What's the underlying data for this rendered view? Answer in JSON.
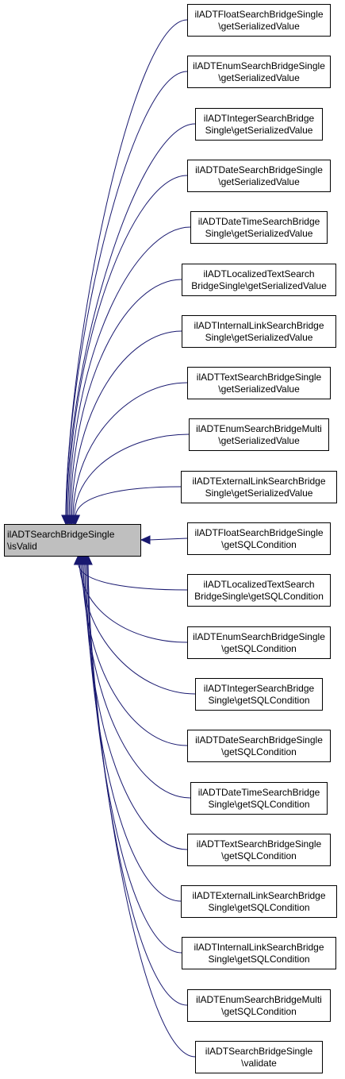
{
  "diagram": {
    "main_node": {
      "lines": [
        "ilADTSearchBridgeSingle",
        "\\isValid"
      ],
      "fill": "#bfbfbf"
    },
    "caller_nodes": [
      {
        "lines": [
          "ilADTFloatSearchBridgeSingle",
          "\\getSerializedValue"
        ]
      },
      {
        "lines": [
          "ilADTEnumSearchBridgeSingle",
          "\\getSerializedValue"
        ]
      },
      {
        "lines": [
          "ilADTIntegerSearchBridge",
          "Single\\getSerializedValue"
        ]
      },
      {
        "lines": [
          "ilADTDateSearchBridgeSingle",
          "\\getSerializedValue"
        ]
      },
      {
        "lines": [
          "ilADTDateTimeSearchBridge",
          "Single\\getSerializedValue"
        ]
      },
      {
        "lines": [
          "ilADTLocalizedTextSearch",
          "BridgeSingle\\getSerializedValue"
        ]
      },
      {
        "lines": [
          "ilADTInternalLinkSearchBridge",
          "Single\\getSerializedValue"
        ]
      },
      {
        "lines": [
          "ilADTTextSearchBridgeSingle",
          "\\getSerializedValue"
        ]
      },
      {
        "lines": [
          "ilADTEnumSearchBridgeMulti",
          "\\getSerializedValue"
        ]
      },
      {
        "lines": [
          "ilADTExternalLinkSearchBridge",
          "Single\\getSerializedValue"
        ]
      },
      {
        "lines": [
          "ilADTFloatSearchBridgeSingle",
          "\\getSQLCondition"
        ]
      },
      {
        "lines": [
          "ilADTLocalizedTextSearch",
          "BridgeSingle\\getSQLCondition"
        ]
      },
      {
        "lines": [
          "ilADTEnumSearchBridgeSingle",
          "\\getSQLCondition"
        ]
      },
      {
        "lines": [
          "ilADTIntegerSearchBridge",
          "Single\\getSQLCondition"
        ]
      },
      {
        "lines": [
          "ilADTDateSearchBridgeSingle",
          "\\getSQLCondition"
        ]
      },
      {
        "lines": [
          "ilADTDateTimeSearchBridge",
          "Single\\getSQLCondition"
        ]
      },
      {
        "lines": [
          "ilADTTextSearchBridgeSingle",
          "\\getSQLCondition"
        ]
      },
      {
        "lines": [
          "ilADTExternalLinkSearchBridge",
          "Single\\getSQLCondition"
        ]
      },
      {
        "lines": [
          "ilADTInternalLinkSearchBridge",
          "Single\\getSQLCondition"
        ]
      },
      {
        "lines": [
          "ilADTEnumSearchBridgeMulti",
          "\\getSQLCondition"
        ]
      },
      {
        "lines": [
          "ilADTSearchBridgeSingle",
          "\\validate"
        ]
      }
    ],
    "edge_color": "#191970"
  }
}
